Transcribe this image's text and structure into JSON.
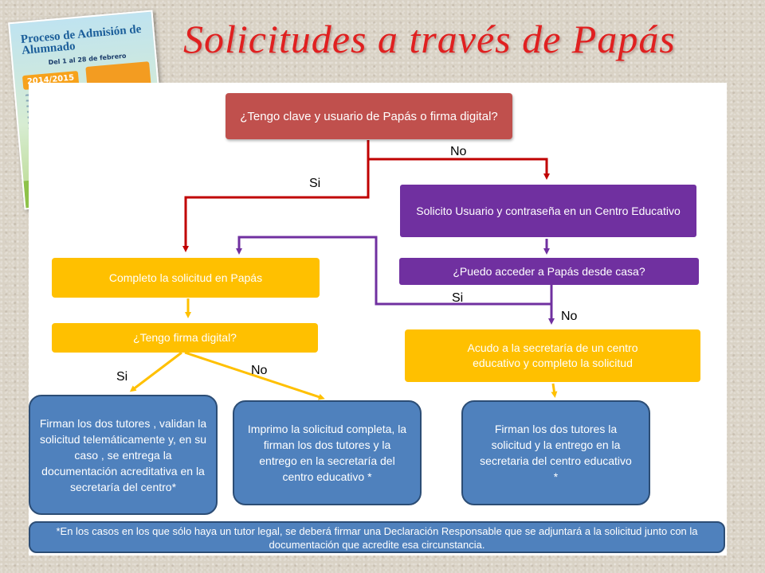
{
  "title": "Solicitudes a través de Papás",
  "poster": {
    "title": "Proceso de Admisión de Alumnado",
    "dates": "Del 1 al 28 de febrero",
    "year": "2014/2015"
  },
  "nodes": {
    "start": "¿Tengo clave y usuario de Papás o firma digital?",
    "request_credentials": "Solicito Usuario y contraseña en un Centro Educativo",
    "home_access": "¿Puedo acceder a Papás desde casa?",
    "fill_form": "Completo la solicitud en Papás",
    "digital_signature": "¿Tengo firma digital?",
    "go_to_school": "Acudo a la secretaría de un centro educativo y completo la solicitud",
    "tutors_online": "Firman los dos tutores , validan la solicitud telemáticamente y, en su caso , se entrega la documentación acreditativa en la secretaría del centro*",
    "print_form": "Imprimo la solicitud completa, la firman los dos tutores y la entrego en la secretaría del centro educativo *",
    "tutors_paper": "Firman los dos tutores la solicitud y la entrego en la secretaria del centro educativo *"
  },
  "labels": {
    "start_no": "No",
    "start_si": "Si",
    "home_si": "Si",
    "home_no": "No",
    "sig_si": "Si",
    "sig_no": "No"
  },
  "footnote": "*En los casos en los que sólo haya un tutor legal, se deberá firmar una Declaración Responsable que se adjuntará a la solicitud junto con la documentación que acredite esa circunstancia.",
  "colors": {
    "title": "#e02020",
    "red_path": "#c00000",
    "purple_path": "#7030a0",
    "yellow_path": "#ffc000",
    "blue_box": "#4f81bd"
  }
}
